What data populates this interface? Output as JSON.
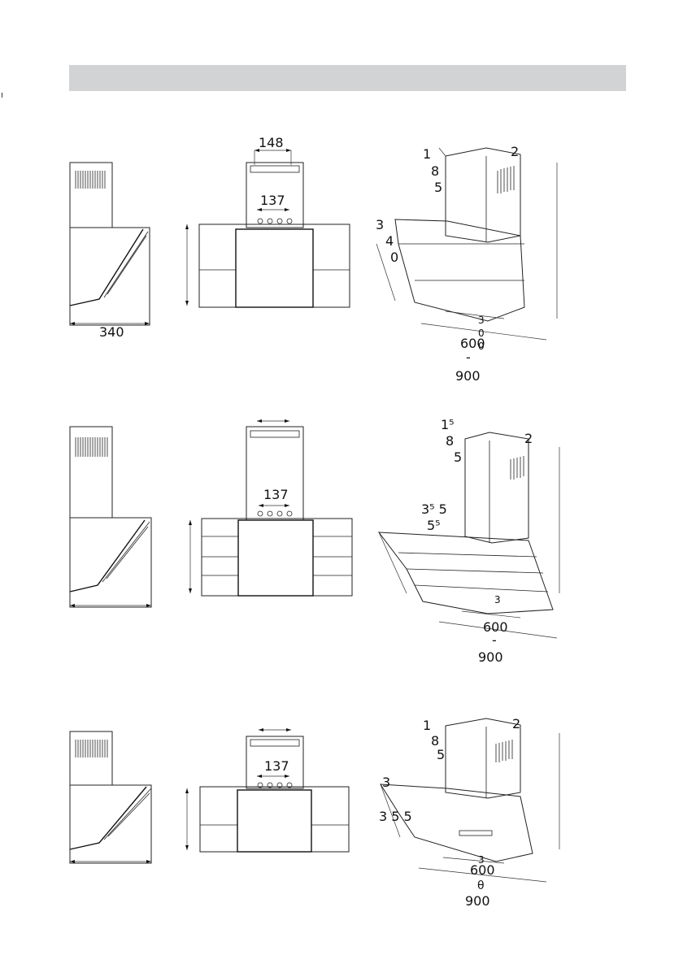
{
  "page": {
    "header_bar_color": "#d2d3d5"
  },
  "rows": [
    {
      "side_view": {
        "width_label": "340"
      },
      "front_view": {
        "top_label": "148",
        "mid_label": "137"
      },
      "iso_view": {
        "chimney_left_label": "1\n8\n5",
        "chimney_right_label": "2",
        "depth_label": "3\n4\n0",
        "bottom_inner_label": "3\n0\n0",
        "width_label": "600",
        "dash_label": "-",
        "width_alt_label": "900"
      }
    },
    {
      "side_view": {},
      "front_view": {
        "mid_label": "137"
      },
      "iso_view": {
        "chimney_left_label": "1⁵\n8",
        "chimney_right_label": "2",
        "chimney_left_small": "5",
        "depth_label_a": "3⁵ 5",
        "depth_label_b": "5⁵",
        "bottom_inner_label": "3",
        "width_label": "600",
        "dash_label": "-",
        "width_alt_label": "900"
      }
    },
    {
      "side_view": {},
      "front_view": {
        "mid_label": "137"
      },
      "iso_view": {
        "chimney_left_label": "1\n8\n5",
        "chimney_right_label": "2",
        "depth_label": "3\n3 5 5",
        "bottom_inner_label": "3",
        "width_label": "600",
        "theta_label": "θ",
        "width_alt_label": "900"
      }
    }
  ]
}
